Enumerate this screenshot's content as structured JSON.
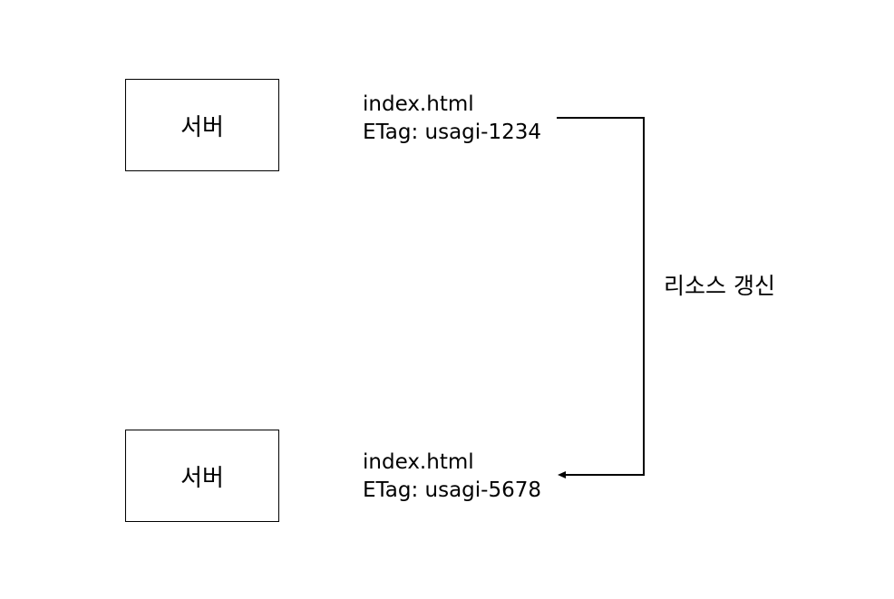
{
  "diagram": {
    "top": {
      "server_label": "서버",
      "file_name": "index.html",
      "etag": "ETag: usagi-1234"
    },
    "bottom": {
      "server_label": "서버",
      "file_name": "index.html",
      "etag": "ETag: usagi-5678"
    },
    "transition_label": "리소스 갱신"
  }
}
